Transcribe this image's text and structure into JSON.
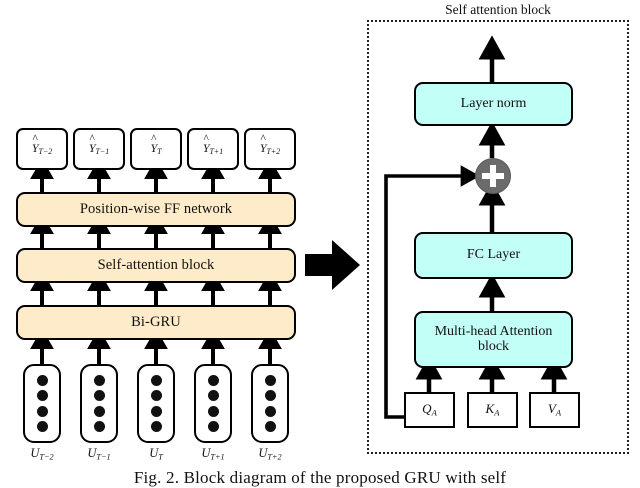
{
  "figure": {
    "caption": "Fig. 2.  Block diagram of the proposed GRU with self",
    "background_color": "#ffffff",
    "stage_fill_color": "#FDEBC9",
    "attention_fill_color": "#C2FFF7",
    "outline_color": "#000000",
    "add_node_color": "#6b6b6b"
  },
  "left_panel": {
    "name": "GRU self-attention pipeline",
    "outputs": [
      {
        "label_base": "Y",
        "hat": "^",
        "subscript": "T−2",
        "name": "output-y-t-minus-2"
      },
      {
        "label_base": "Y",
        "hat": "^",
        "subscript": "T−1",
        "name": "output-y-t-minus-1"
      },
      {
        "label_base": "Y",
        "hat": "^",
        "subscript": "T",
        "name": "output-y-t"
      },
      {
        "label_base": "Y",
        "hat": "^",
        "subscript": "T+1",
        "name": "output-y-t-plus-1"
      },
      {
        "label_base": "Y",
        "hat": "^",
        "subscript": "T+2",
        "name": "output-y-t-plus-2"
      }
    ],
    "stages": [
      {
        "label": "Position-wise FF network",
        "name": "stage-position-wise-ff-network"
      },
      {
        "label": "Self-attention block",
        "name": "stage-self-attention-block"
      },
      {
        "label": "Bi-GRU",
        "name": "stage-bi-gru"
      }
    ],
    "inputs": [
      {
        "label_base": "U",
        "subscript": "T−2",
        "dots": 4,
        "name": "input-u-t-minus-2"
      },
      {
        "label_base": "U",
        "subscript": "T−1",
        "dots": 4,
        "name": "input-u-t-minus-1"
      },
      {
        "label_base": "U",
        "subscript": "T",
        "dots": 4,
        "name": "input-u-t"
      },
      {
        "label_base": "U",
        "subscript": "T+1",
        "dots": 4,
        "name": "input-u-t-plus-1"
      },
      {
        "label_base": "U",
        "subscript": "T+2",
        "dots": 4,
        "name": "input-u-t-plus-2"
      }
    ],
    "time_steps": 5
  },
  "expansion_arrow": {
    "direction": "right",
    "name": "expansion-arrow"
  },
  "right_panel": {
    "title": "Self attention block",
    "blocks": [
      {
        "label": "Layer norm",
        "name": "block-layer-norm"
      },
      {
        "label": "FC Layer",
        "name": "block-fc-layer"
      },
      {
        "label": "Multi-head Attention block",
        "line1": "Multi-head Attention",
        "line2": "block",
        "name": "block-multi-head-attention"
      }
    ],
    "add_node": {
      "symbol": "+",
      "name": "residual-add-node"
    },
    "qkv": [
      {
        "label_base": "Q",
        "subscript": "A",
        "name": "qkv-query"
      },
      {
        "label_base": "K",
        "subscript": "A",
        "name": "qkv-key"
      },
      {
        "label_base": "V",
        "subscript": "A",
        "name": "qkv-value"
      }
    ],
    "residual_connection": "Q_A to add node"
  }
}
